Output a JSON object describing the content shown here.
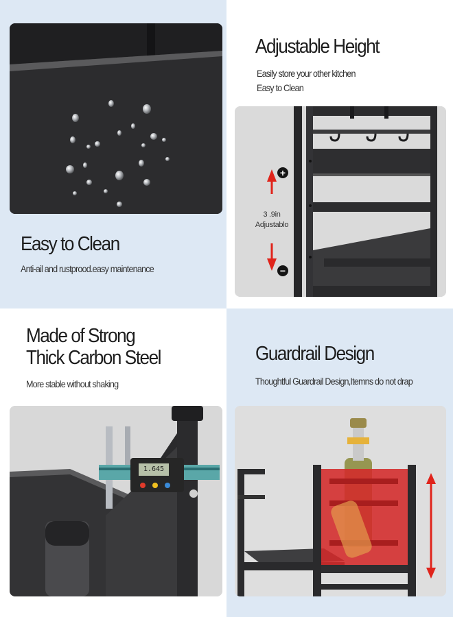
{
  "panels": {
    "easy_clean": {
      "title": "Easy to Clean",
      "subtitle": "Anti-ail and rustprood.easy maintenance"
    },
    "adjustable": {
      "title": "Adjustable Height",
      "subtitle_line1": "Easily store your other kitchen",
      "subtitle_line2": "Easy to Clean",
      "measure_line1": "3 .9in",
      "measure_line2": "Adjustablo",
      "plus_symbol": "+",
      "minus_symbol": "−"
    },
    "carbon_steel": {
      "title_line1": "Made of Strong",
      "title_line2": "Thick Carbon Steel",
      "subtitle": "More stable without shaking",
      "caliper_reading": "1.645"
    },
    "guardrail": {
      "title": "Guardrail Design",
      "subtitle": "Thoughtful Guardrail Design,Itemns do not drap"
    }
  },
  "colors": {
    "panel_blue": "#dde8f4",
    "arrow_red": "#e0241b",
    "guardrail_red": "#d42a2a",
    "metal_black": "#2a2a2c"
  }
}
